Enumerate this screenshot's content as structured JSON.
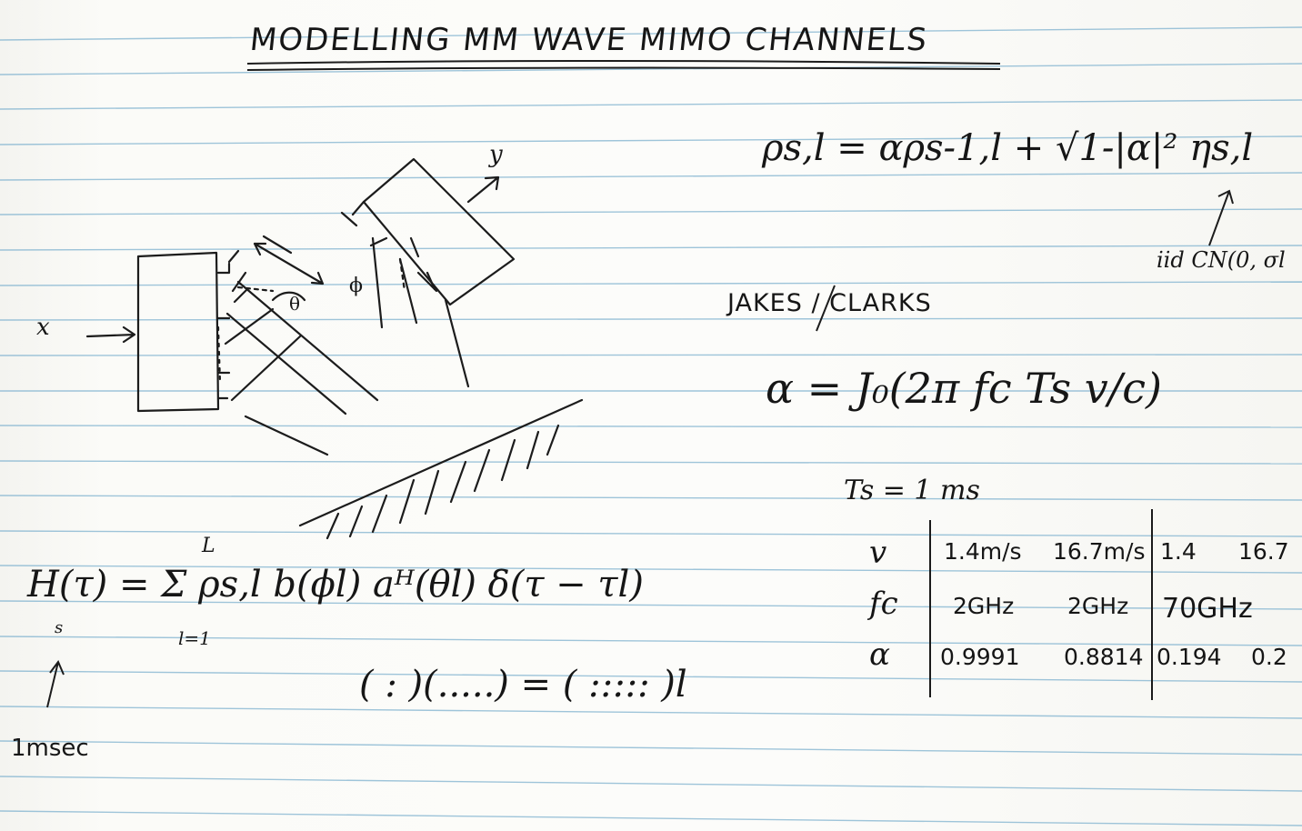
{
  "title": "MODELLING MM WAVE MIMO CHANNELS",
  "diagram": {
    "x_label": "x",
    "y_label": "y",
    "theta_label": "θ",
    "phi_label": "ϕ"
  },
  "equations": {
    "rho_update": "ρs,l = αρs-1,l + √1-|α|² ηs,l",
    "iid_note": "iid CN(0, σl",
    "jakes_label": "JAKES / CLARKS",
    "alpha_formula": "α = J₀(2π fc Ts v/c)",
    "ts_value": "Ts = 1 ms",
    "channel": "H(τ) = Σ ρs,l b(ϕl) aᴴ(θl) δ(τ − τl)",
    "channel_sub": "s",
    "sum_upper": "L",
    "sum_lower": "l=1",
    "matrix_note": "( : )(.....) = ( ::::: )l",
    "time_note": "1msec"
  },
  "table": {
    "row_labels": [
      "v",
      "fc",
      "α"
    ],
    "v": [
      "1.4m/s",
      "16.7m/s",
      "1.4",
      "16.7"
    ],
    "fc": [
      "2GHz",
      "2GHz",
      "70GHz"
    ],
    "alpha": [
      "0.9991",
      "0.8814",
      "0.194",
      "0.2"
    ]
  }
}
